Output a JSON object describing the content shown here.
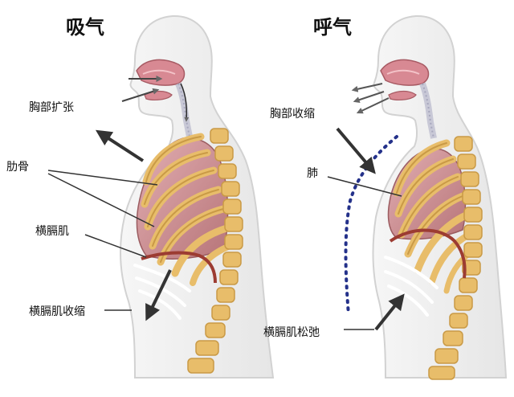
{
  "panels": {
    "inhale": {
      "title": "吸气",
      "labels": {
        "chest_expand": "胸部扩张",
        "ribs": "肋骨",
        "diaphragm": "横膈肌",
        "diaphragm_contract": "横膈肌收缩"
      }
    },
    "exhale": {
      "title": "呼气",
      "labels": {
        "chest_contract": "胸部收缩",
        "lung": "肺",
        "diaphragm_relax": "横膈肌松弛"
      }
    }
  },
  "colors": {
    "body": "#efefef",
    "body_outline": "#cfcfcf",
    "rib": "#e8bd6a",
    "rib_shade": "#c99a46",
    "lung": "#c98a8f",
    "lung_light": "#e6b6ba",
    "airway": "#d88993",
    "diaphragm": "#9c3c32",
    "arrow": "#333333",
    "dotted": "#24318a"
  }
}
